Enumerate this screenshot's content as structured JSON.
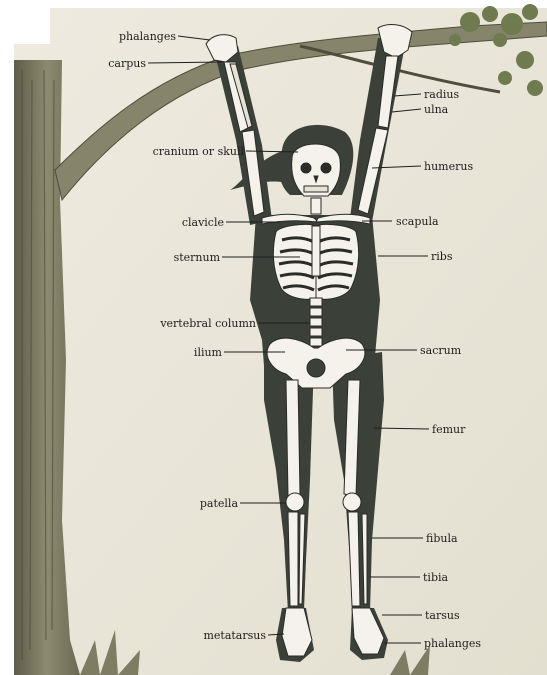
{
  "labels": {
    "phalanges_top": "phalanges",
    "carpus": "carpus",
    "radius": "radius",
    "ulna": "ulna",
    "cranium": "cranium or skull",
    "humerus": "humerus",
    "clavicle": "clavicle",
    "scapula": "scapula",
    "sternum": "sternum",
    "ribs": "ribs",
    "vertebral_column": "vertebral column",
    "ilium": "ilium",
    "sacrum": "sacrum",
    "femur": "femur",
    "patella": "patella",
    "fibula": "fibula",
    "tibia": "tibia",
    "tarsus": "tarsus",
    "metatarsus": "metatarsus",
    "phalanges_bottom": "phalanges"
  },
  "colors": {
    "paper": "#ebe7da",
    "silhouette": "#3b4139",
    "bone": "#f4f2ea",
    "bark": "#7d7b62",
    "foliage": "#6f7a4f",
    "ink": "#1e1e1e"
  }
}
